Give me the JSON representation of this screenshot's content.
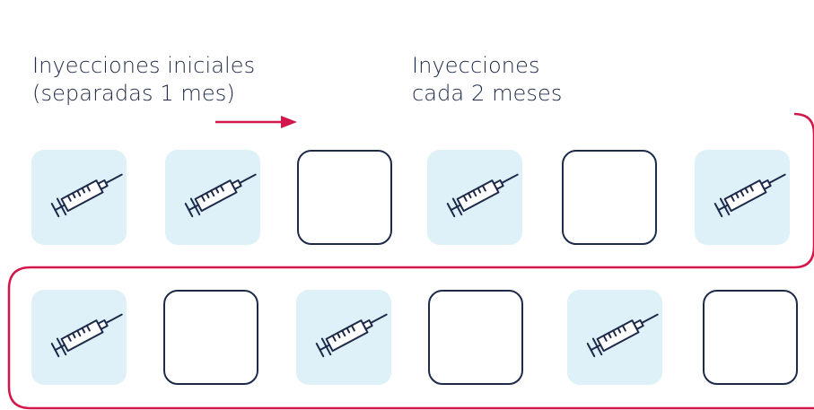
{
  "labels": {
    "initial_line1": "Inyecciones iniciales",
    "initial_line2": "(separadas 1 mes)",
    "every_line1": "Inyecciones",
    "every_line2": "cada 2 meses"
  },
  "rows": [
    [
      "injection",
      "injection",
      "empty",
      "injection",
      "empty",
      "injection"
    ],
    [
      "injection",
      "empty",
      "injection",
      "empty",
      "injection",
      "empty"
    ]
  ],
  "icons": {
    "injection": "syringe-icon",
    "arrow": "arrow-right-icon"
  },
  "colors": {
    "accent": "#d4174a",
    "navy": "#1e2a4a",
    "injection_fill": "#def0f8"
  }
}
